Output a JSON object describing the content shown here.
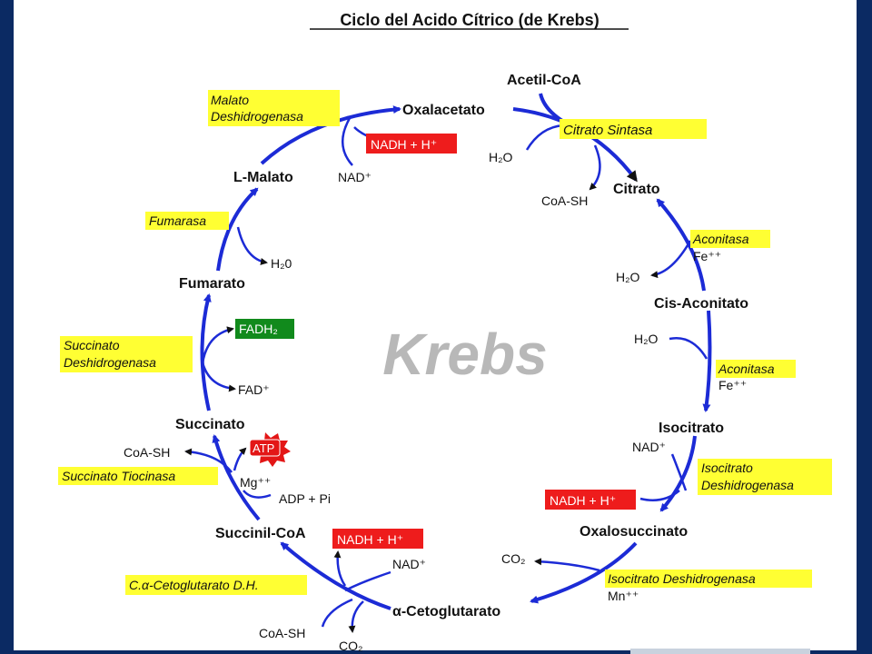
{
  "title": "Ciclo del Acido Cítrico (de Krebs)",
  "watermark": "Krebs",
  "colors": {
    "border": "#0b2a63",
    "arrow": "#1c2bd6",
    "enzyme_bg": "#ffff33",
    "nadh_bg": "#ee1c1c",
    "fadh_bg": "#118a1c",
    "atp_bg": "#e31616",
    "watermark": "#b8b8b8"
  },
  "metabolites": {
    "acetil_coa": "Acetil-CoA",
    "oxalacetato": "Oxalacetato",
    "citrato": "Citrato",
    "cis_aconitato": "Cis-Aconitato",
    "isocitrato": "Isocitrato",
    "oxalosuccinato": "Oxalosuccinato",
    "cetoglutarato": "α-Cetoglutarato",
    "succinil_coa": "Succinil-CoA",
    "succinato": "Succinato",
    "fumarato": "Fumarato",
    "l_malato": "L-Malato"
  },
  "enzymes": {
    "citrato_sintasa": "Citrato Sintasa",
    "aconitasa_1": "Aconitasa",
    "aconitasa_2": "Aconitasa",
    "isocitrato_dh_1": [
      "Isocitrato",
      "Deshidrogenasa"
    ],
    "isocitrato_dh_2": "Isocitrato Deshidrogenasa",
    "cetoglutarato_dh": "C.α-Cetoglutarato D.H.",
    "succinato_tiocinasa": "Succinato Tiocinasa",
    "succinato_dh": [
      "Succinato",
      "Deshidrogenasa"
    ],
    "fumarasa": "Fumarasa",
    "malato_dh": [
      "Malato",
      "Deshidrogenasa"
    ]
  },
  "cofactors": {
    "h2o_citrato": "H₂O",
    "coash_citrato": "CoA-SH",
    "fe_1": "Fe⁺⁺",
    "h2o_aconitasa_1": "H₂O",
    "h2o_aconitasa_2": "H₂O",
    "fe_2": "Fe⁺⁺",
    "nad_isocitrato": "NAD⁺",
    "nadh_isocitrato": "NADH + H⁺",
    "co2_oxalosuccinato": "CO₂",
    "mn": "Mn⁺⁺",
    "nad_cetoglutarato": "NAD⁺",
    "nadh_cetoglutarato": "NADH + H⁺",
    "coash_cetoglutarato": "CoA-SH",
    "co2_cetoglutarato": "CO₂",
    "coash_succinil": "CoA-SH",
    "atp": "ATP",
    "mg": "Mg⁺⁺",
    "adp": "ADP + Pi",
    "fadh2": "FADH₂",
    "fad": "FAD⁺",
    "h2o_fumarasa": "H₂0",
    "nad_malato": "NAD⁺",
    "nadh_malato": "NADH + H⁺"
  }
}
